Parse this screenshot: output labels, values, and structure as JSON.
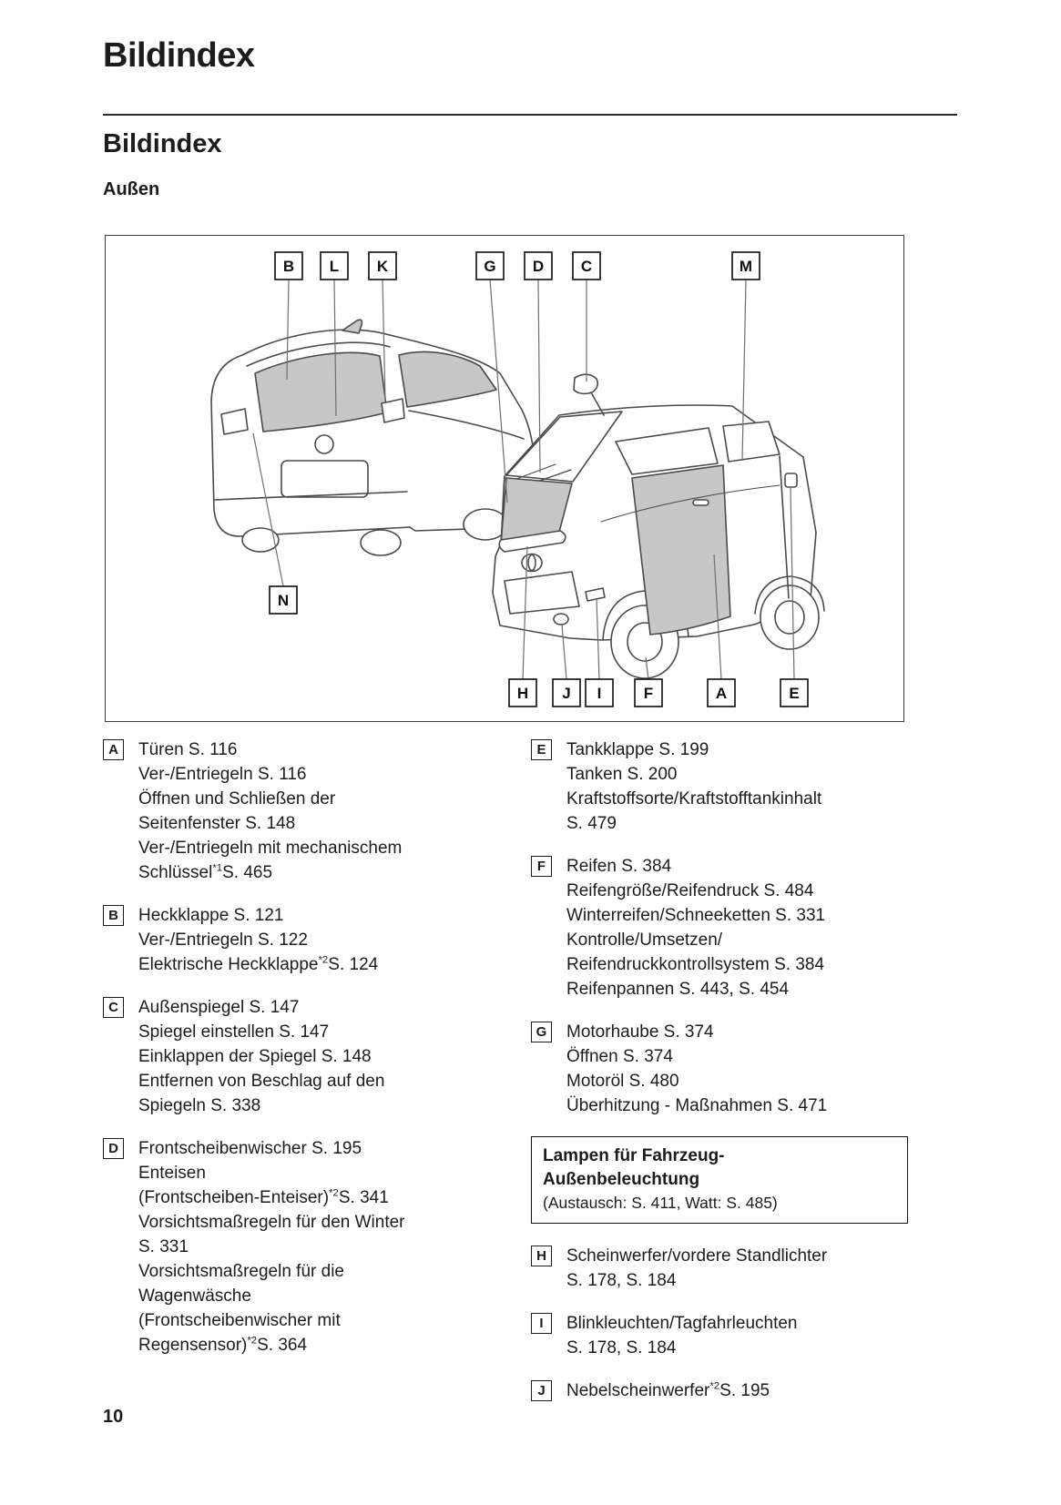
{
  "header": {
    "title": "Bildindex"
  },
  "section": {
    "title": "Bildindex",
    "subsection": "Außen"
  },
  "figure": {
    "callouts": {
      "b": "B",
      "l": "L",
      "k": "K",
      "g": "G",
      "d": "D",
      "c": "C",
      "m": "M",
      "n": "N",
      "h": "H",
      "j": "J",
      "i": "I",
      "f": "F",
      "a": "A",
      "e": "E"
    }
  },
  "entries_left": [
    {
      "key": "A",
      "lines": [
        "Türen S. 116",
        "Ver-/Entriegeln S. 116",
        "Öffnen und Schließen der",
        "Seitenfenster S. 148",
        "Ver-/Entriegeln mit mechanischem",
        "Schlüssel*1S. 465"
      ]
    },
    {
      "key": "B",
      "lines": [
        "Heckklappe S. 121",
        "Ver-/Entriegeln S. 122",
        "Elektrische Heckklappe*2S. 124"
      ]
    },
    {
      "key": "C",
      "lines": [
        "Außenspiegel S. 147",
        "Spiegel einstellen S. 147",
        "Einklappen der Spiegel S. 148",
        "Entfernen von Beschlag auf den",
        "Spiegeln S. 338"
      ]
    },
    {
      "key": "D",
      "lines": [
        "Frontscheibenwischer S. 195",
        "Enteisen",
        "(Frontscheiben-Enteiser)*2S. 341",
        "Vorsichtsmaßregeln für den Winter",
        "S. 331",
        "Vorsichtsmaßregeln für die",
        "Wagenwäsche",
        "(Frontscheibenwischer mit",
        "Regensensor)*2S. 364"
      ]
    }
  ],
  "entries_right_top": [
    {
      "key": "E",
      "lines": [
        "Tankklappe S. 199",
        "Tanken S. 200",
        "Kraftstoffsorte/Kraftstofftankinhalt",
        "S. 479"
      ]
    },
    {
      "key": "F",
      "lines": [
        "Reifen S. 384",
        "Reifengröße/Reifendruck S. 484",
        "Winterreifen/Schneeketten S. 331",
        "Kontrolle/Umsetzen/",
        "Reifendruckkontrollsystem S. 384",
        "Reifenpannen S. 443, S. 454"
      ]
    },
    {
      "key": "G",
      "lines": [
        "Motorhaube S. 374",
        "Öffnen S. 374",
        "Motoröl S. 480",
        "Überhitzung - Maßnahmen S. 471"
      ]
    }
  ],
  "lamp_box": {
    "title_line1": "Lampen für Fahrzeug-",
    "title_line2": "Außenbeleuchtung",
    "subtitle": "(Austausch: S. 411, Watt: S. 485)"
  },
  "entries_right_bottom": [
    {
      "key": "H",
      "lines": [
        "Scheinwerfer/vordere Standlichter",
        "S. 178, S. 184"
      ]
    },
    {
      "key": "I",
      "lines": [
        "Blinkleuchten/Tagfahrleuchten",
        "S. 178, S. 184"
      ]
    },
    {
      "key": "J",
      "lines": [
        "Nebelscheinwerfer*2S. 195"
      ]
    }
  ],
  "footer": {
    "page_number": "10"
  },
  "colors": {
    "panel_shade": "#c7c7c7",
    "line": "#4a4a4a"
  }
}
